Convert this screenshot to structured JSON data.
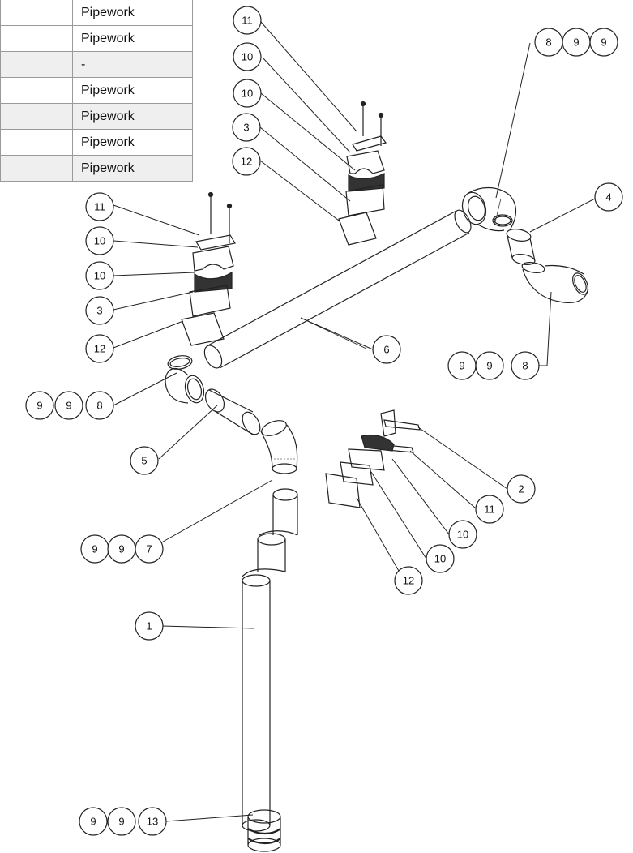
{
  "table": {
    "rows": [
      {
        "num": "",
        "desc": "Pipework",
        "shade": false
      },
      {
        "num": "",
        "desc": "Pipework",
        "shade": false
      },
      {
        "num": "",
        "desc": "-",
        "shade": true
      },
      {
        "num": "",
        "desc": "Pipework",
        "shade": false
      },
      {
        "num": "",
        "desc": "Pipework",
        "shade": true
      },
      {
        "num": "",
        "desc": "Pipework",
        "shade": false
      },
      {
        "num": "",
        "desc": "Pipework",
        "shade": true
      }
    ]
  },
  "balloons": {
    "a": "11",
    "b": "10",
    "c": "10",
    "d": "3",
    "e": "12",
    "f": "11",
    "g": "10",
    "h": "10",
    "i": "3",
    "j": "12",
    "k1": "8",
    "k2": "9",
    "k3": "9",
    "l": "4",
    "m": "6",
    "n1": "9",
    "n2": "9",
    "n3": "8",
    "o1": "9",
    "o2": "9",
    "o3": "8",
    "p": "5",
    "q": "2",
    "r": "11",
    "s": "10",
    "t": "10",
    "u": "12",
    "v1": "9",
    "v2": "9",
    "v3": "7",
    "w": "1",
    "x1": "9",
    "x2": "9",
    "x3": "13"
  }
}
